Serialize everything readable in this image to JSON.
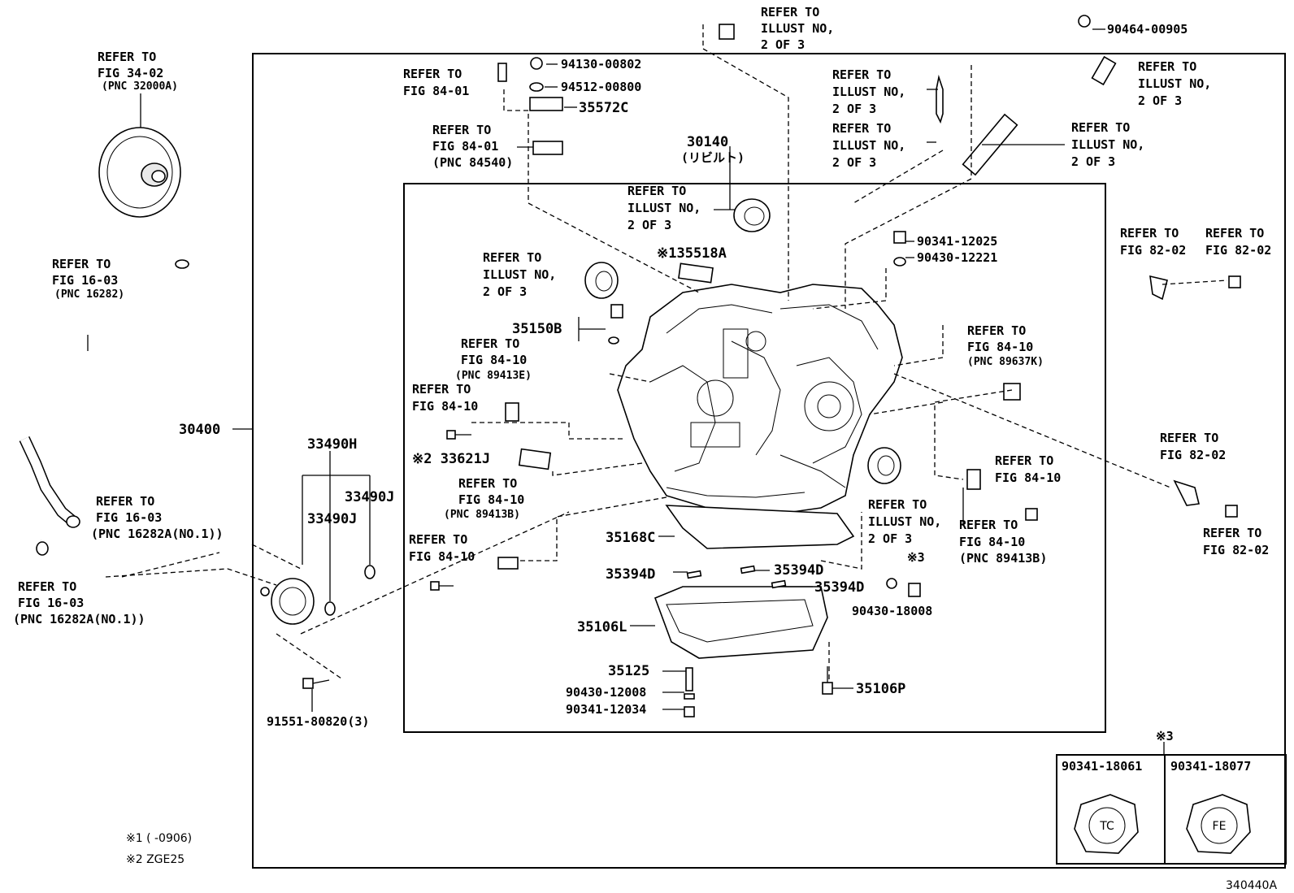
{
  "diagram_id": "340440A",
  "notes": {
    "note1": "※1 (      -0906)",
    "note2": "※2 ZGE25"
  },
  "parts": {
    "p30400": "30400",
    "p30140": "30140",
    "p30140_sub": "(リビルト)",
    "p35518A": "※135518A",
    "p94130": "94130-00802",
    "p94512": "94512-00800",
    "p35572C": "35572C",
    "p90341_12025": "90341-12025",
    "p90430_12221": "90430-12221",
    "p90464": "90464-00905",
    "p35150B": "35150B",
    "p33621J": "※2 33621J",
    "p33490H": "33490H",
    "p33490J_a": "33490J",
    "p33490J_b": "33490J",
    "p35168C": "35168C",
    "p35394D_a": "35394D",
    "p35394D_b": "35394D",
    "p35394D_c": "35394D",
    "p35106L": "35106L",
    "p35125": "35125",
    "p90430_12008": "90430-12008",
    "p90341_12034": "90341-12034",
    "p35106P": "35106P",
    "p90430_18008": "90430-18008",
    "p90430_18008_mark": "※3",
    "p91551": "91551-80820(3)",
    "box_mark": "※3",
    "box_left": "90341-18061",
    "box_right": "90341-18077",
    "plug_left_mark": "TC",
    "plug_right_mark": "FE"
  },
  "refs": {
    "r_fig3402": [
      "REFER TO",
      "FIG 34-02",
      "(PNC 32000A)"
    ],
    "r_fig1603_top": [
      "REFER TO",
      "FIG 16-03",
      "(PNC 16282)"
    ],
    "r_fig1603_mid": [
      "REFER TO",
      "FIG 16-03",
      "(PNC 16282A(NO.1))"
    ],
    "r_fig1603_bot": [
      "REFER TO",
      "FIG 16-03",
      "(PNC 16282A(NO.1))"
    ],
    "r_fig8401_a": [
      "REFER TO",
      "FIG 84-01"
    ],
    "r_fig8401_b": [
      "REFER TO",
      "FIG 84-01",
      "(PNC 84540)"
    ],
    "r_illust_top": [
      "REFER TO",
      "ILLUST NO,",
      "2 OF 3"
    ],
    "r_illust_a": [
      "REFER TO",
      "ILLUST NO,",
      "2 OF 3"
    ],
    "r_illust_b": [
      "REFER TO",
      "ILLUST NO,",
      "2 OF 3"
    ],
    "r_illust_c": [
      "REFER TO",
      "ILLUST NO,",
      "2 OF 3"
    ],
    "r_illust_d": [
      "REFER TO",
      "ILLUST NO,",
      "2 OF 3"
    ],
    "r_illust_e": [
      "REFER TO",
      "ILLUST NO,",
      "2 OF 3"
    ],
    "r_illust_f": [
      "REFER TO",
      "ILLUST NO,",
      "2 OF 3"
    ],
    "r_illust_g": [
      "REFER TO",
      "ILLUST NO,",
      "2 OF 3"
    ],
    "r_fig8410_a": [
      "REFER TO",
      "FIG 84-10",
      "(PNC 89413E)"
    ],
    "r_fig8410_b": [
      "REFER TO",
      "FIG 84-10"
    ],
    "r_fig8410_c": [
      "REFER TO",
      "FIG 84-10",
      "(PNC 89413B)"
    ],
    "r_fig8410_d": [
      "REFER TO",
      "FIG 84-10"
    ],
    "r_fig8410_e": [
      "REFER TO",
      "FIG 84-10",
      "(PNC 89637K)"
    ],
    "r_fig8410_f": [
      "REFER TO",
      "FIG 84-10"
    ],
    "r_fig8410_g": [
      "REFER TO",
      "FIG 84-10",
      "(PNC 89413B)"
    ],
    "r_fig8202_a": [
      "REFER TO",
      "FIG 82-02"
    ],
    "r_fig8202_b": [
      "REFER TO",
      "FIG 82-02"
    ],
    "r_fig8202_c": [
      "REFER TO",
      "FIG 82-02"
    ],
    "r_fig8202_d": [
      "REFER TO",
      "FIG 82-02"
    ]
  }
}
